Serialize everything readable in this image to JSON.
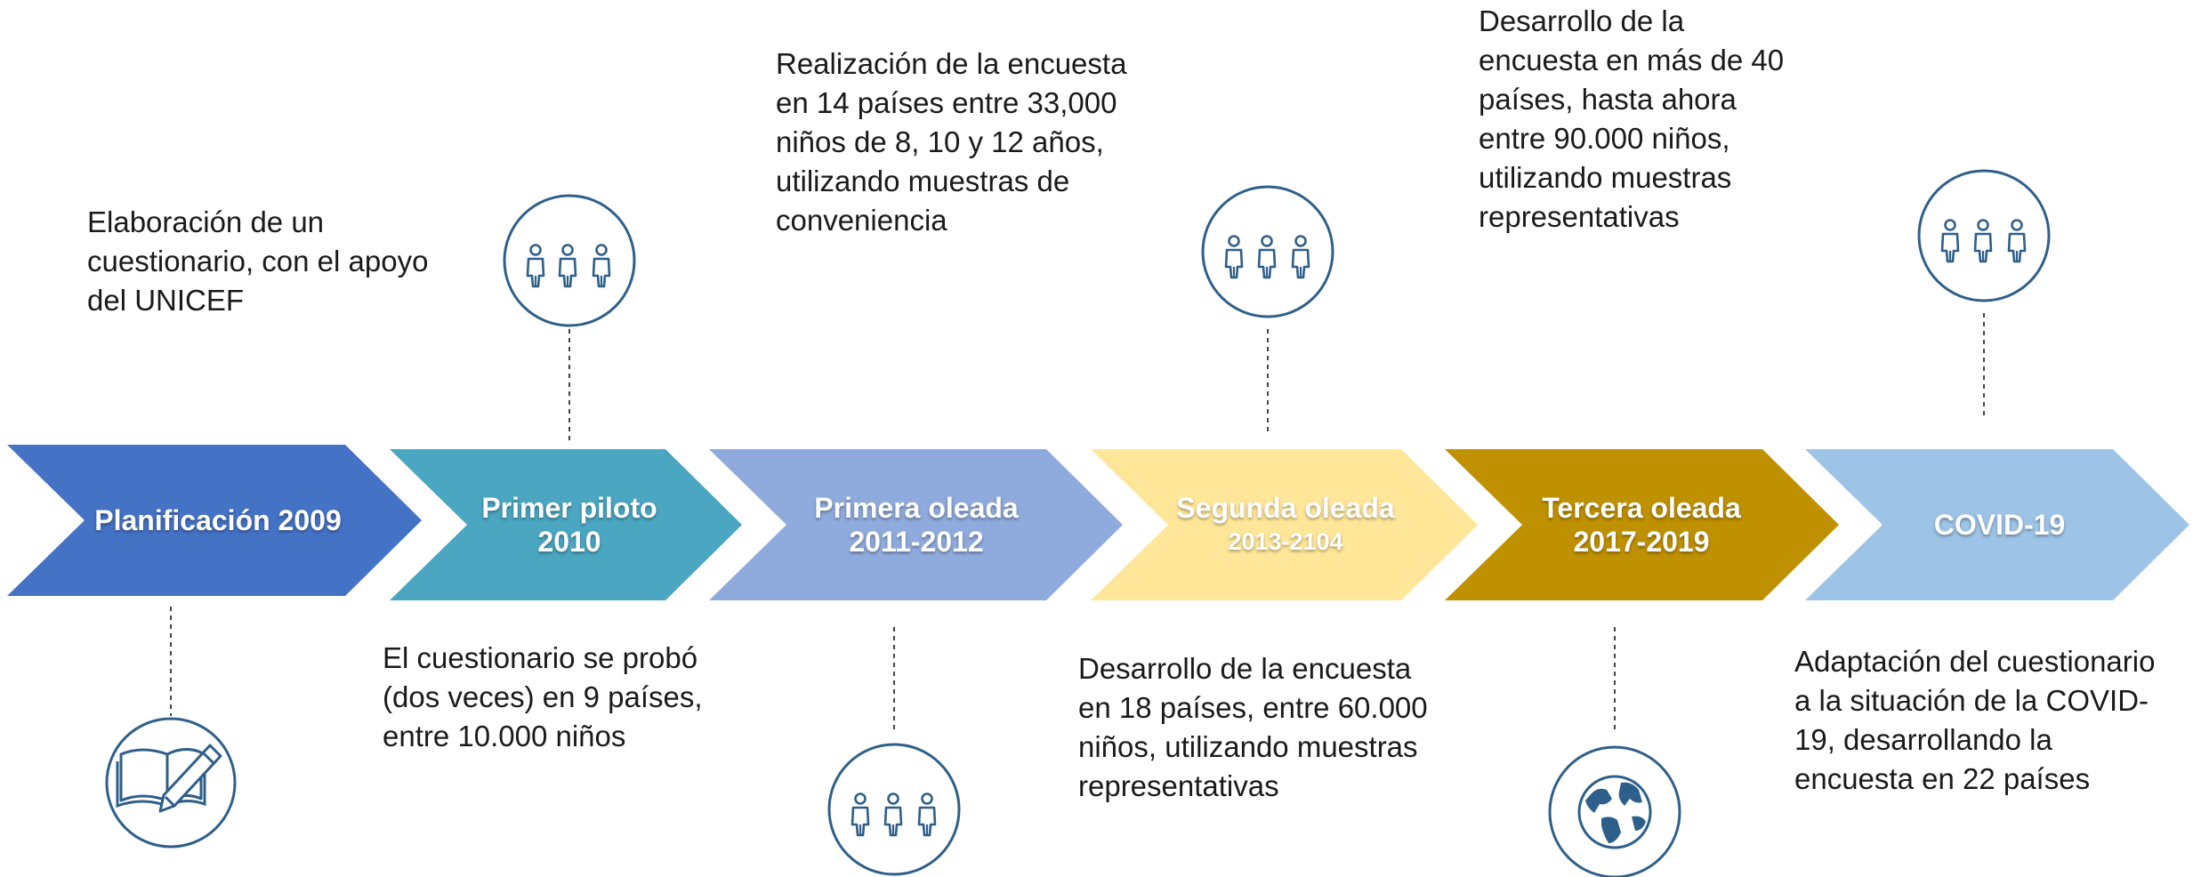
{
  "stages": [
    {
      "line1": "Planificación 2009",
      "line2": "",
      "color": "#4472c4"
    },
    {
      "line1": "Primer piloto",
      "line2": "2010",
      "color": "#4aa6c1"
    },
    {
      "line1": "Primera oleada",
      "line2": "2011-2012",
      "color": "#8faadc"
    },
    {
      "line1": "Segunda oleada",
      "line2": "2013-2104",
      "color": "#ffe699"
    },
    {
      "line1": "Tercera oleada",
      "line2": "2017-2019",
      "color": "#bf9000"
    },
    {
      "line1": "COVID-19",
      "line2": "",
      "color": "#9dc3e6"
    }
  ],
  "descriptions": [
    "Elaboración de un\ncuestionario, con el apoyo\ndel UNICEF",
    "El cuestionario se probó\n(dos veces) en 9 países,\nentre 10.000 niños",
    "Realización de la encuesta\nen 14 países entre 33,000\nniños de 8, 10 y 12 años,\nutilizando muestras de\nconveniencia",
    "Desarrollo de la encuesta\nen 18 países, entre 60.000\nniños, utilizando muestras\nrepresentativas",
    "Desarrollo de la\nencuesta en más de 40\npaíses, hasta ahora\nentre 90.000 niños,\nutilizando muestras\nrepresentativas",
    "Adaptación del cuestionario\na la situación de la COVID-\n19, desarrollando la\nencuesta en 22 países"
  ],
  "icons": [
    "book-pencil-icon",
    "children-group-icon",
    "children-group-icon",
    "children-group-icon",
    "globe-icon",
    "children-group-icon"
  ],
  "colors": {
    "icon_stroke": "#2e5f8a",
    "connector": "#444444",
    "text": "#1a1a1a"
  }
}
